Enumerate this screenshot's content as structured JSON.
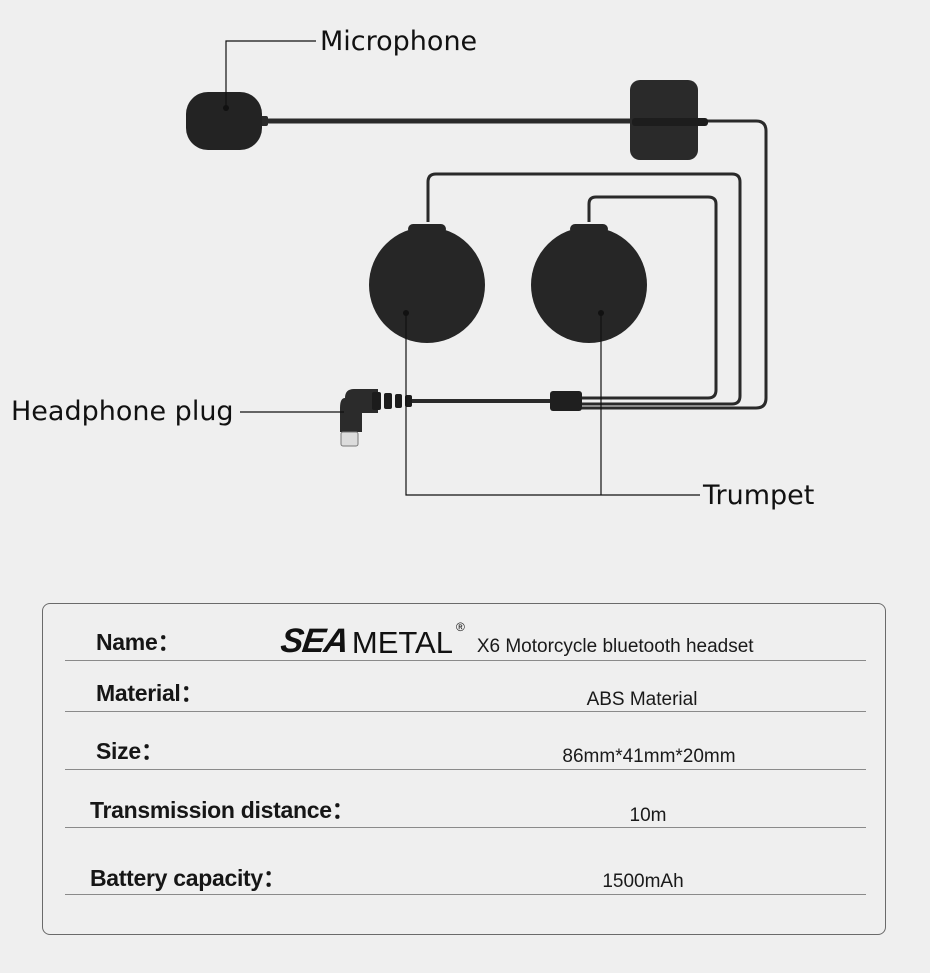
{
  "diagram": {
    "callouts": {
      "microphone": "Microphone",
      "headphone_plug": "Headphone plug",
      "trumpet": "Trumpet"
    }
  },
  "specs": {
    "brand": {
      "logo_bold": "SEA",
      "logo_light": "METAL",
      "registered": "®",
      "product": "X6 Motorcycle bluetooth headset"
    },
    "rows": [
      {
        "label": "Name：",
        "value": ""
      },
      {
        "label": "Material：",
        "value": "ABS Material"
      },
      {
        "label": "Size：",
        "value": "86mm*41mm*20mm"
      },
      {
        "label": "Transmission distance：",
        "value": "10m"
      },
      {
        "label": "Battery capacity：",
        "value": "1500mAh"
      }
    ]
  },
  "colors": {
    "background": "#efefef",
    "product": "#232323",
    "line": "#111111"
  }
}
